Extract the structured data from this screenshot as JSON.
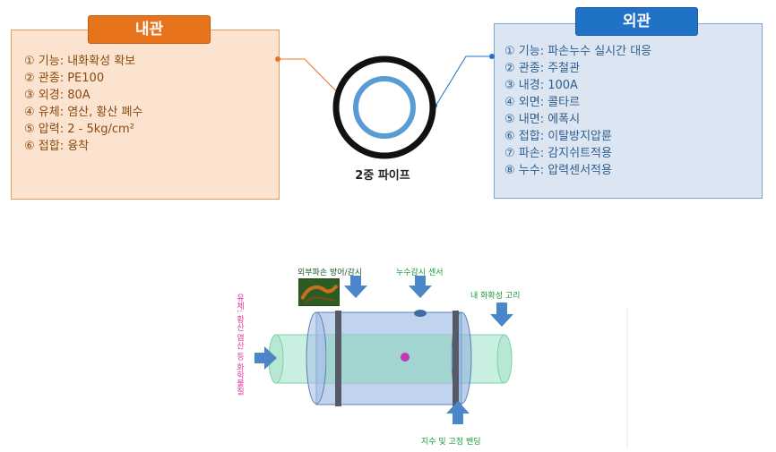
{
  "inner_pipe": {
    "title": "내관",
    "items": [
      "① 기능: 내화확성 확보",
      "② 관종: PE100",
      "③ 외경: 80A",
      "④ 유체: 염산, 황산 폐수",
      "⑤ 압력: 2 - 5kg/cm²",
      "⑥ 접합: 융착"
    ]
  },
  "outer_pipe": {
    "title": "외관",
    "items": [
      "① 기능: 파손누수 실시간 대응",
      "② 관종:  주철관",
      "③ 내경: 100A",
      "④ 외면: 콜타르",
      "⑤ 내면: 에폭시",
      "⑥ 접합: 이탈방지압륜",
      "⑦ 파손: 감지쉬트적용",
      "⑧ 누수: 압력센서적용"
    ]
  },
  "pipe_caption": "2중 파이프",
  "diagram": {
    "label_damage": "외부파손 방어/감시",
    "label_leak_sensor": "누수감시 센서",
    "label_fire_ring": "내 화확성 고리",
    "label_band": "지수 및 고정 밴딩",
    "label_fluid": "유체: 황산 염산 등 화학물질"
  },
  "colors": {
    "inner_accent": "#e8731d",
    "outer_accent": "#1f72c6",
    "ring_blue": "#5b9bd5",
    "arrow_blue": "#4a86c8"
  }
}
